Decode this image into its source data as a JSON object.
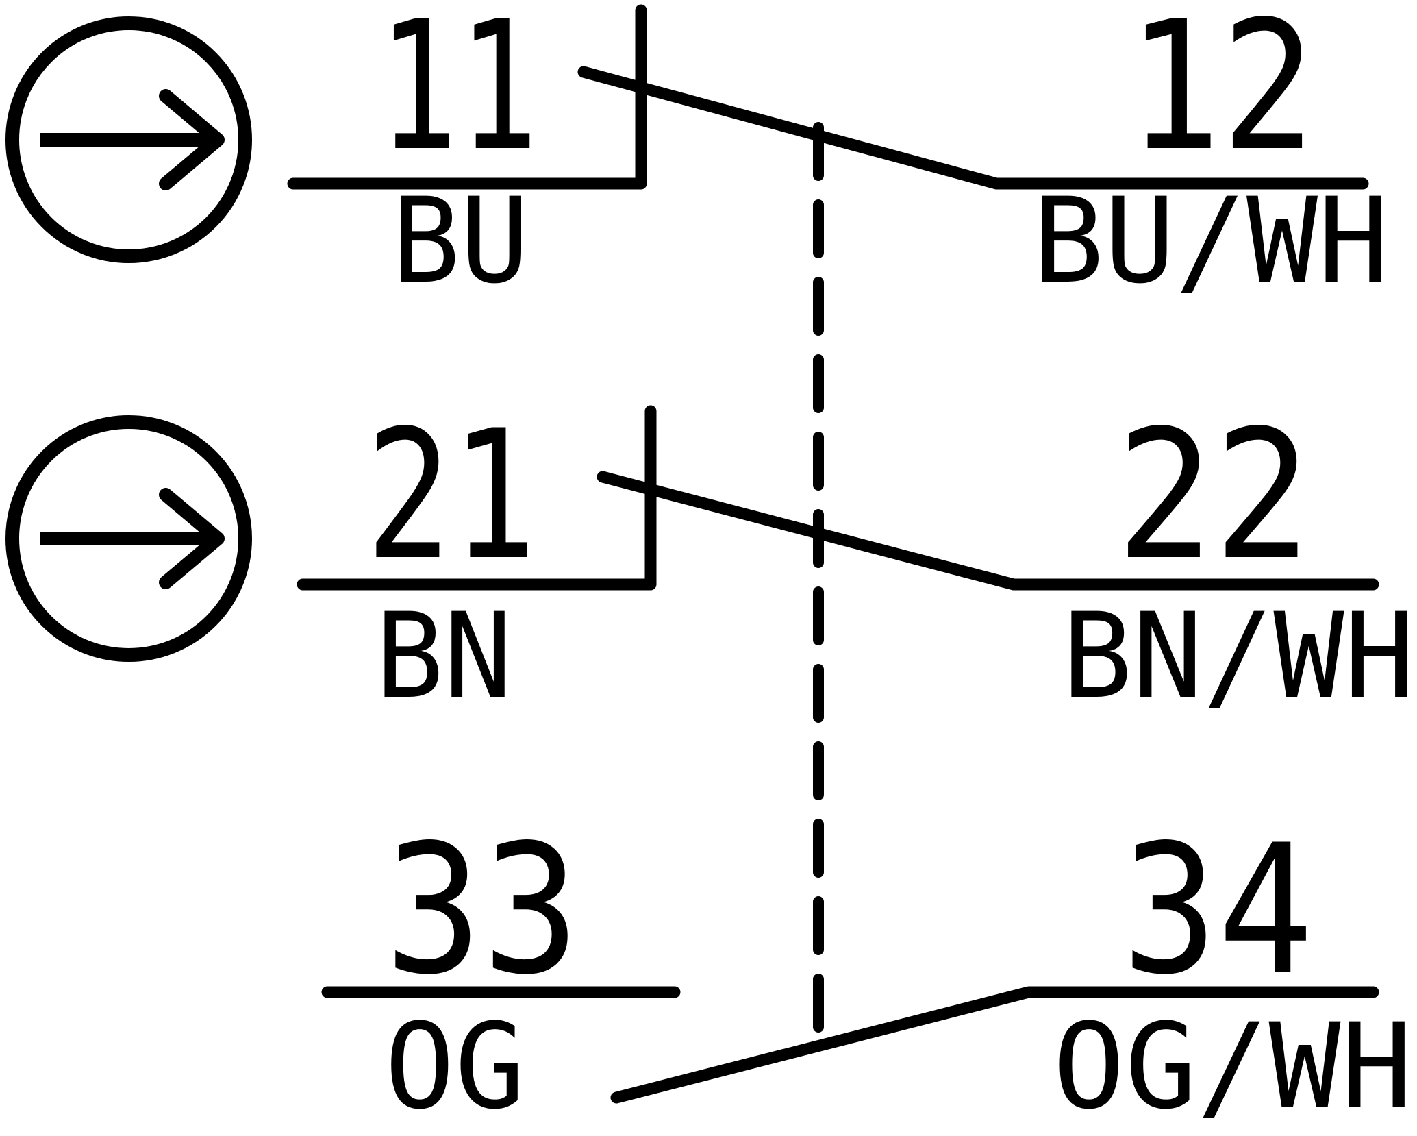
{
  "colors": {
    "ink": "#000000",
    "background": "#ffffff"
  },
  "diagram": {
    "kind": "switch-contact-diagram",
    "coupling_icon": "mechanical-coupling-dashed-line",
    "rows": [
      {
        "contact_icon": "nc-contact-icon",
        "actuator_icon": "actuation-direction-arrow-circle-icon",
        "left_terminal": "11",
        "left_wire": "BU",
        "right_terminal": "12",
        "right_wire": "BU/WH"
      },
      {
        "contact_icon": "nc-contact-icon",
        "actuator_icon": "actuation-direction-arrow-circle-icon",
        "left_terminal": "21",
        "left_wire": "BN",
        "right_terminal": "22",
        "right_wire": "BN/WH"
      },
      {
        "contact_icon": "no-contact-icon",
        "actuator_icon": null,
        "left_terminal": "33",
        "left_wire": "OG",
        "right_terminal": "34",
        "right_wire": "OG/WH"
      }
    ]
  }
}
